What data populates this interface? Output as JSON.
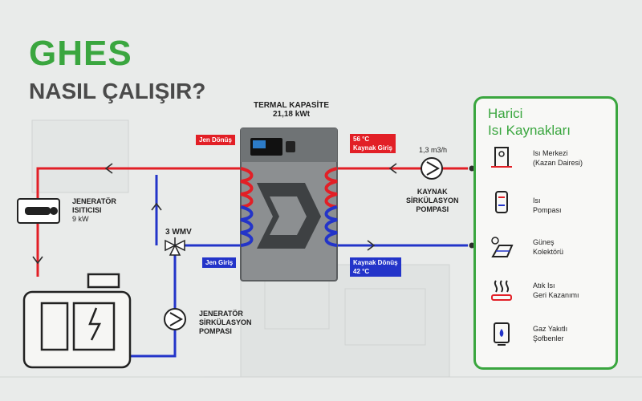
{
  "header": {
    "title": "GHES",
    "subtitle": "NASIL ÇALIŞIR?"
  },
  "tank": {
    "capacity_title": "TERMAL KAPASİTE",
    "capacity_value": "21,18 kWt"
  },
  "labels": {
    "jen_donus": "Jen Dönüş",
    "jen_giris": "Jen Giriş",
    "kaynak_giris_temp": "56 °C",
    "kaynak_giris": "Kaynak Giriş",
    "kaynak_donus": "Kaynak Dönüş",
    "kaynak_donus_temp": "42 °C",
    "flow": "1,3 m3/h",
    "kaynak_pump_1": "KAYNAK",
    "kaynak_pump_2": "SİRKÜLASYON",
    "kaynak_pump_3": "POMPASI",
    "heater_1": "JENERATÖR",
    "heater_2": "ISITICISI",
    "heater_3": "9 kW",
    "valve": "3 WMV",
    "gen_pump_1": "JENERATÖR",
    "gen_pump_2": "SİRKÜLASYON",
    "gen_pump_3": "POMPASI"
  },
  "panel": {
    "title_1": "Harici",
    "title_2": "Isı Kaynakları",
    "sources": [
      {
        "line1": "Isı Merkezi",
        "line2": "(Kazan Dairesi)",
        "icon": "boiler-room-icon"
      },
      {
        "line1": "Isı",
        "line2": "Pompası",
        "icon": "heat-pump-icon"
      },
      {
        "line1": "Güneş",
        "line2": "Kolektörü",
        "icon": "solar-collector-icon"
      },
      {
        "line1": "Atık Isı",
        "line2": "Geri Kazanımı",
        "icon": "waste-heat-icon"
      },
      {
        "line1": "Gaz Yakıtlı",
        "line2": "Şofbenler",
        "icon": "gas-heater-icon"
      }
    ]
  },
  "colors": {
    "accent": "#3aa63f",
    "hot": "#e21f26",
    "cold": "#2334c9"
  }
}
